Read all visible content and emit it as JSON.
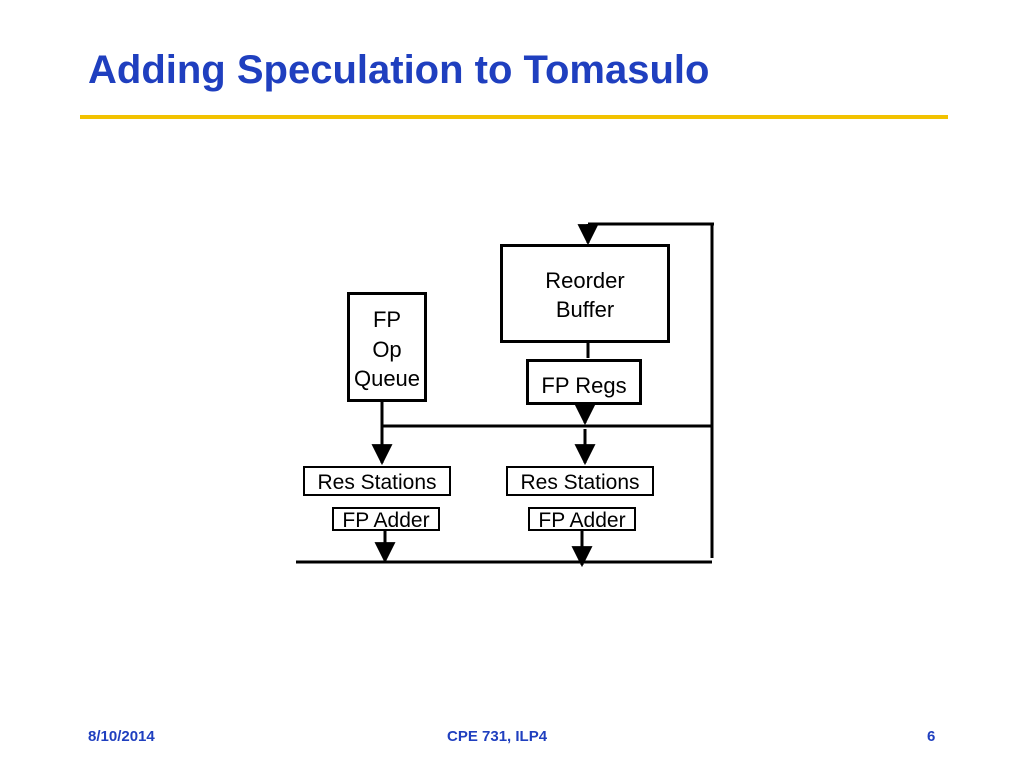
{
  "slide": {
    "title": "Adding Speculation to Tomasulo",
    "footer": {
      "date": "8/10/2014",
      "course": "CPE 731, ILP4",
      "page": "6"
    }
  },
  "diagram": {
    "reorder_buffer": {
      "line1": "Reorder",
      "line2": "Buffer"
    },
    "fp_op_queue": {
      "line1": "FP",
      "line2": "Op",
      "line3": "Queue"
    },
    "fp_regs": "FP Regs",
    "left_unit": {
      "res_stations": "Res Stations",
      "adder": "FP Adder"
    },
    "right_unit": {
      "res_stations": "Res Stations",
      "adder": "FP Adder"
    }
  },
  "colors": {
    "title": "#1f3fbf",
    "rule": "#f2c200",
    "footer": "#1f3fbf"
  }
}
